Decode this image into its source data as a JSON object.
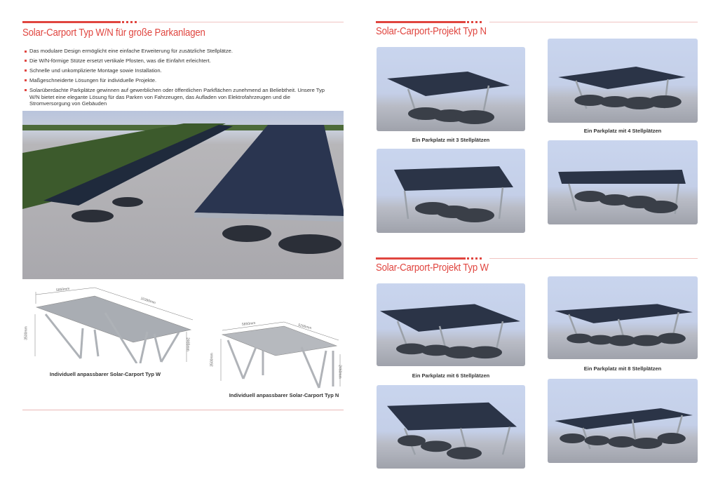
{
  "left_page": {
    "title": "Solar-Carport Typ W/N für große Parkanlagen",
    "bullets": [
      "Das modulare Design ermöglicht eine einfache Erweiterung für zusätzliche Stellplätze.",
      "Die W/N-förmige Stütze ersetzt vertikale Pfosten, was die Einfahrt erleichtert.",
      "Schnelle und unkomplizierte Montage sowie Installation.",
      "Maßgeschneiderte Lösungen für individuelle Projekte.",
      "Solarüberdachte Parkplätze gewinnen auf gewerblichen oder öffentlichen Parkflächen zunehmend an Beliebtheit. Unsere Typ W/N bietet eine elegante Lösung für das Parken von Fahrzeugen, das Aufladen von Elektrofahrzeugen und die Stromversorgung von Gebäuden"
    ],
    "diagram_w": {
      "caption": "Individuell anpassbarer Solar-Carport Typ W",
      "width": "5850mm",
      "length": "10390mm",
      "height_high": "3500mm",
      "height_low": "2465mm"
    },
    "diagram_n": {
      "caption": "Individuell anpassbarer Solar-Carport Typ N",
      "width": "5850mm",
      "length": "5200mm",
      "height_high": "3500mm",
      "height_low": "2460mm"
    }
  },
  "right_page": {
    "section_n": {
      "title": "Solar-Carport-Projekt Typ N",
      "captions": [
        "Ein Parkplatz mit 3 Stellplätzen",
        "Ein Parkplatz mit 4 Stellplätzen"
      ]
    },
    "section_w": {
      "title": "Solar-Carport-Projekt Typ W",
      "captions": [
        "Ein Parkplatz mit 6 Stellplätzen",
        "Ein Parkplatz mit 8 Stellplätzen"
      ]
    }
  },
  "colors": {
    "accent": "#e0453f"
  }
}
